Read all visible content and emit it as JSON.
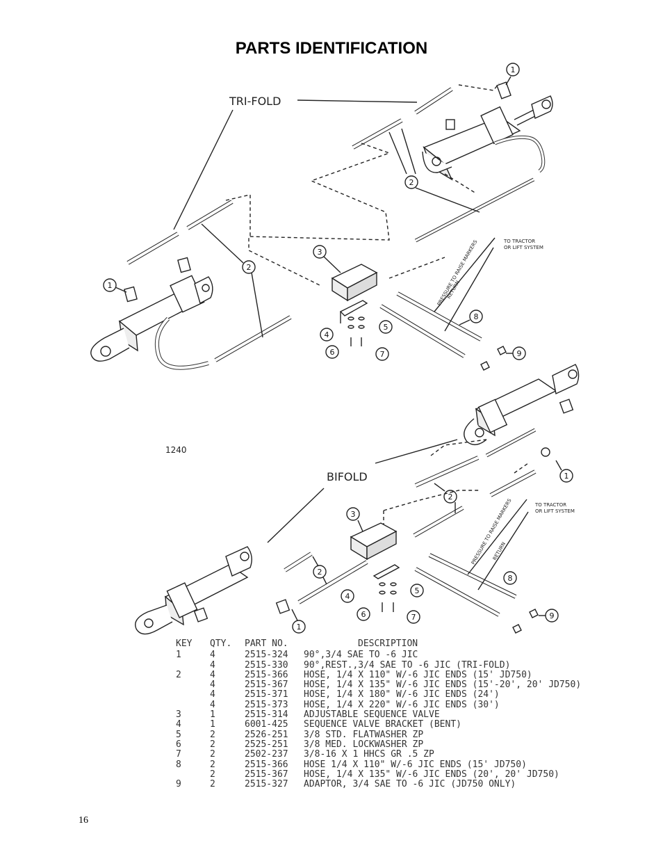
{
  "page": {
    "title": "PARTS IDENTIFICATION",
    "page_number": "16"
  },
  "diagram": {
    "trifold_label": "TRI-FOLD",
    "bifold_label": "BIFOLD",
    "figure_id": "1240",
    "to_tractor_line1": "TO TRACTOR",
    "to_tractor_line2": "OR LIFT SYSTEM",
    "pressure_label": "PRESSURE TO RAISE MARKERS",
    "return_label": "RETURN",
    "callouts": [
      "1",
      "2",
      "3",
      "4",
      "5",
      "6",
      "7",
      "8",
      "9"
    ]
  },
  "parts_table": {
    "headers": {
      "key": "KEY",
      "qty": "QTY.",
      "part_no": "PART NO.",
      "description": "DESCRIPTION"
    },
    "rows": [
      {
        "key": "1",
        "qty": "4",
        "part_no": "2515-324",
        "description": "90°,3/4 SAE TO -6 JIC"
      },
      {
        "key": "",
        "qty": "4",
        "part_no": "2515-330",
        "description": "90°,REST.,3/4 SAE TO -6 JIC (TRI-FOLD)"
      },
      {
        "key": "2",
        "qty": "4",
        "part_no": "2515-366",
        "description": "HOSE, 1/4 X 110\" W/-6 JIC ENDS (15' JD750)"
      },
      {
        "key": "",
        "qty": "4",
        "part_no": "2515-367",
        "description": "HOSE, 1/4 X 135\" W/-6 JIC ENDS (15'-20', 20' JD750)"
      },
      {
        "key": "",
        "qty": "4",
        "part_no": "2515-371",
        "description": "HOSE, 1/4 X 180\" W/-6 JIC ENDS (24')"
      },
      {
        "key": "",
        "qty": "4",
        "part_no": "2515-373",
        "description": "HOSE, 1/4 X 220\" W/-6 JIC ENDS (30')"
      },
      {
        "key": "3",
        "qty": "1",
        "part_no": "2515-314",
        "description": "ADJUSTABLE SEQUENCE VALVE"
      },
      {
        "key": "4",
        "qty": "1",
        "part_no": "6001-425",
        "description": "SEQUENCE VALVE BRACKET (BENT)"
      },
      {
        "key": "5",
        "qty": "2",
        "part_no": "2526-251",
        "description": "3/8 STD. FLATWASHER ZP"
      },
      {
        "key": "6",
        "qty": "2",
        "part_no": "2525-251",
        "description": "3/8 MED. LOCKWASHER ZP"
      },
      {
        "key": "7",
        "qty": "2",
        "part_no": "2502-237",
        "description": "3/8-16 X 1 HHCS GR .5 ZP"
      },
      {
        "key": "8",
        "qty": "2",
        "part_no": "2515-366",
        "description": "HOSE 1/4 X 110\" W/-6 JIC ENDS (15' JD750)"
      },
      {
        "key": "",
        "qty": "2",
        "part_no": "2515-367",
        "description": "HOSE, 1/4 X 135\" W/-6 JIC ENDS (20', 20' JD750)"
      },
      {
        "key": "9",
        "qty": "2",
        "part_no": "2515-327",
        "description": "ADAPTOR, 3/4 SAE TO -6 JIC (JD750 ONLY)"
      }
    ]
  }
}
